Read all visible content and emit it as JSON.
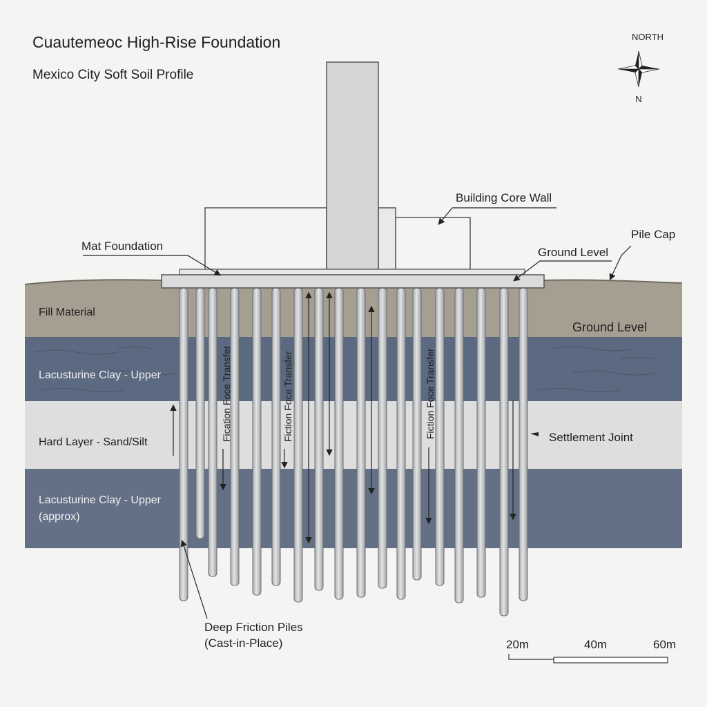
{
  "header": {
    "title": "Cuautemeoc High-Rise Foundation",
    "subtitle": "Mexico City Soft Soil Profile"
  },
  "compass": {
    "north_label": "NORTH",
    "n_label": "N"
  },
  "callouts": {
    "building_core_wall": "Building Core Wall",
    "pile_cap": "Pile Cap",
    "mat_foundation": "Mat Foundation",
    "ground_level_top": "Ground Level",
    "ground_level_layer": "Ground Level",
    "settlement_joint": "Settlement Joint",
    "piles_line1": "Deep Friction Piles",
    "piles_line2": "(Cast-in-Place)"
  },
  "layers": [
    {
      "label": "Fill Material",
      "color": "#a59f92"
    },
    {
      "label": "Lacusturine Clay - Upper",
      "color": "#5b6a80"
    },
    {
      "label": "Hard Layer - Sand/Silt",
      "color": "#dedede"
    },
    {
      "label": "Lacusturine Clay - Upper",
      "label2": "(approx)",
      "color": "#637086"
    }
  ],
  "friction_labels": [
    "Fication Foce Transfer",
    "Fiction Foce Transfer",
    "Fiction Foce Transfer"
  ],
  "scale_bar": {
    "labels": [
      "20m",
      "40m",
      "60m"
    ]
  },
  "colors": {
    "background": "#f4f4f2",
    "concrete": "#d7d9db",
    "pile": "#c7c9cb",
    "outline": "#4a4a4a"
  }
}
